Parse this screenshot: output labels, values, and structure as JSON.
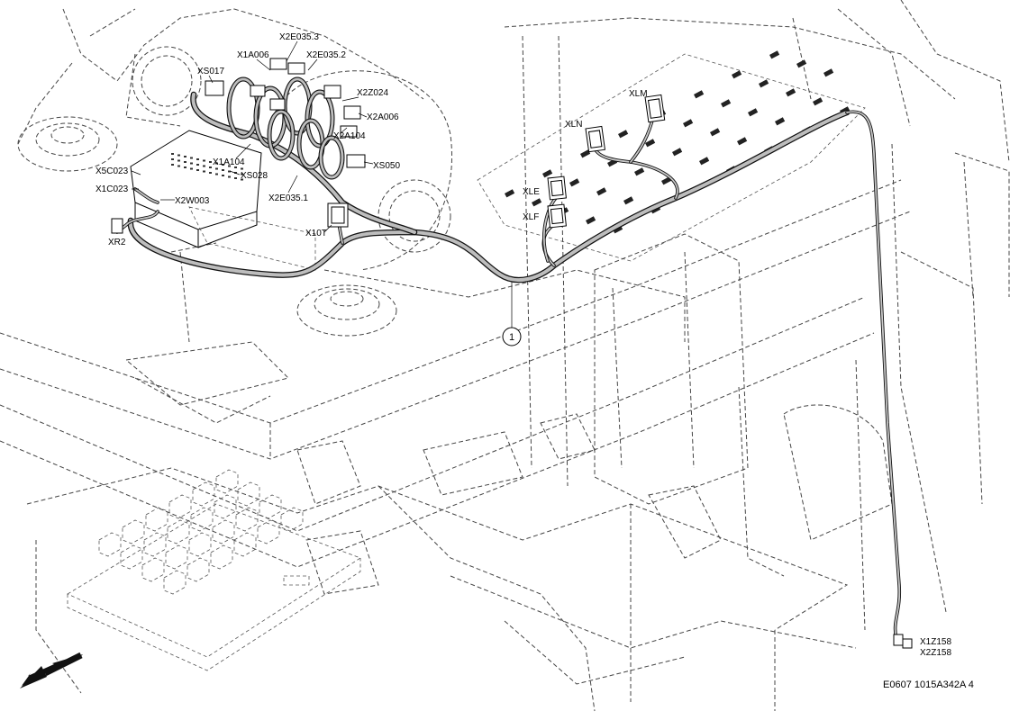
{
  "figure": {
    "reference_code": "E0607 1015A342A 4",
    "callout_number": "1",
    "direction_arrow_icon": "arrow-down-left-icon"
  },
  "labels": {
    "xe0353": "X2E035.3",
    "x1a006": "X1A006",
    "xe0352": "X2E035.2",
    "xs017": "XS017",
    "x2z024": "X2Z024",
    "x2a006": "X2A006",
    "x2a104": "X2A104",
    "x1a104": "X1A104",
    "xs050": "XS050",
    "x5c023": "X5C023",
    "xs028": "XS028",
    "x1c023": "X1C023",
    "x2w003": "X2W003",
    "x2e0351": "X2E035.1",
    "x10t": "X10T",
    "xr2": "XR2",
    "xlm": "XLM",
    "xln": "XLN",
    "xle": "XLE",
    "xlf": "XLF",
    "x1z158": "X1Z158",
    "x2z158": "X2Z158"
  }
}
